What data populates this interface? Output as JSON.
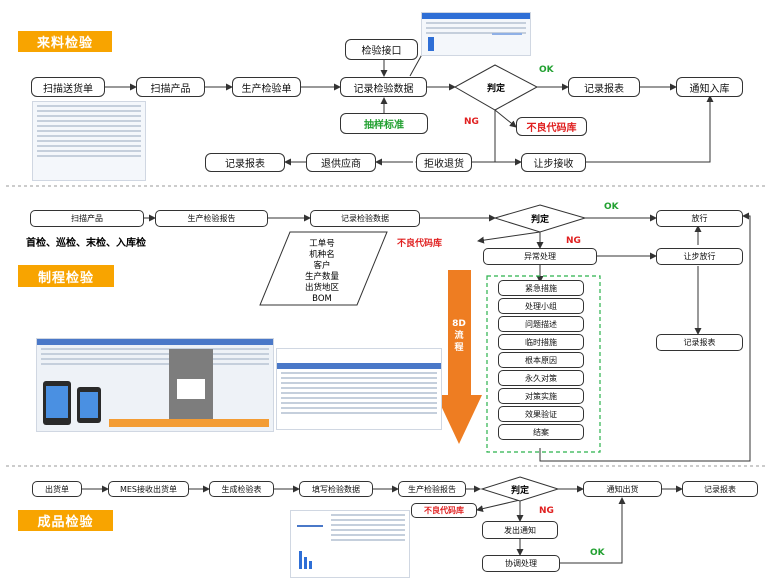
{
  "sections": {
    "incoming": "来料检验",
    "process": "制程检验",
    "final": "成品检验"
  },
  "incoming": {
    "scan_order": "扫描送货单",
    "scan_product": "扫描产品",
    "gen_sheet": "生产检验单",
    "record_data": "记录检验数据",
    "interface": "检验接口",
    "sampling": "抽样标准",
    "judge": "判定",
    "ok": "OK",
    "ng": "NG",
    "record_report": "记录报表",
    "stock_in": "通知入库",
    "defect_lib": "不良代码库",
    "concession": "让步接收",
    "reject": "拒收退货",
    "return_supplier": "退供应商",
    "record_report2": "记录报表"
  },
  "process": {
    "scan_product": "扫描产品",
    "gen_report": "生产检验报告",
    "record_data": "记录检验数据",
    "judge": "判定",
    "ok": "OK",
    "ng": "NG",
    "release": "放行",
    "concession_release": "让步放行",
    "defect_lib": "不良代码库",
    "abnormal": "异常处理",
    "record_report": "记录报表",
    "inspection_types": "首检、巡检、末检、入库检",
    "fields": [
      "工单号",
      "机种名",
      "客户",
      "生产数量",
      "出货地区",
      "BOM"
    ],
    "eight_d_label": "8D 流 程",
    "eight_d": [
      "紧急措施",
      "处理小组",
      "问题描述",
      "临时措施",
      "根本原因",
      "永久对策",
      "对策实施",
      "效果验证",
      "结案"
    ]
  },
  "final": {
    "ship_order": "出货单",
    "mes_receive": "MES接收出货单",
    "gen_sheet": "生成检验表",
    "fill_data": "填写检验数据",
    "gen_report": "生产检验报告",
    "judge": "判定",
    "ng": "NG",
    "ok": "OK",
    "ship_notice": "通知出货",
    "record_report": "记录报表",
    "defect_lib": "不良代码库",
    "send_notice": "发出通知",
    "coordinate": "协调处理"
  },
  "colors": {
    "section_tag": "#f8a400",
    "ok": "#21a030",
    "ng": "#e02020",
    "arrow": "#ee7d22",
    "dashed": "#2bb24c"
  }
}
